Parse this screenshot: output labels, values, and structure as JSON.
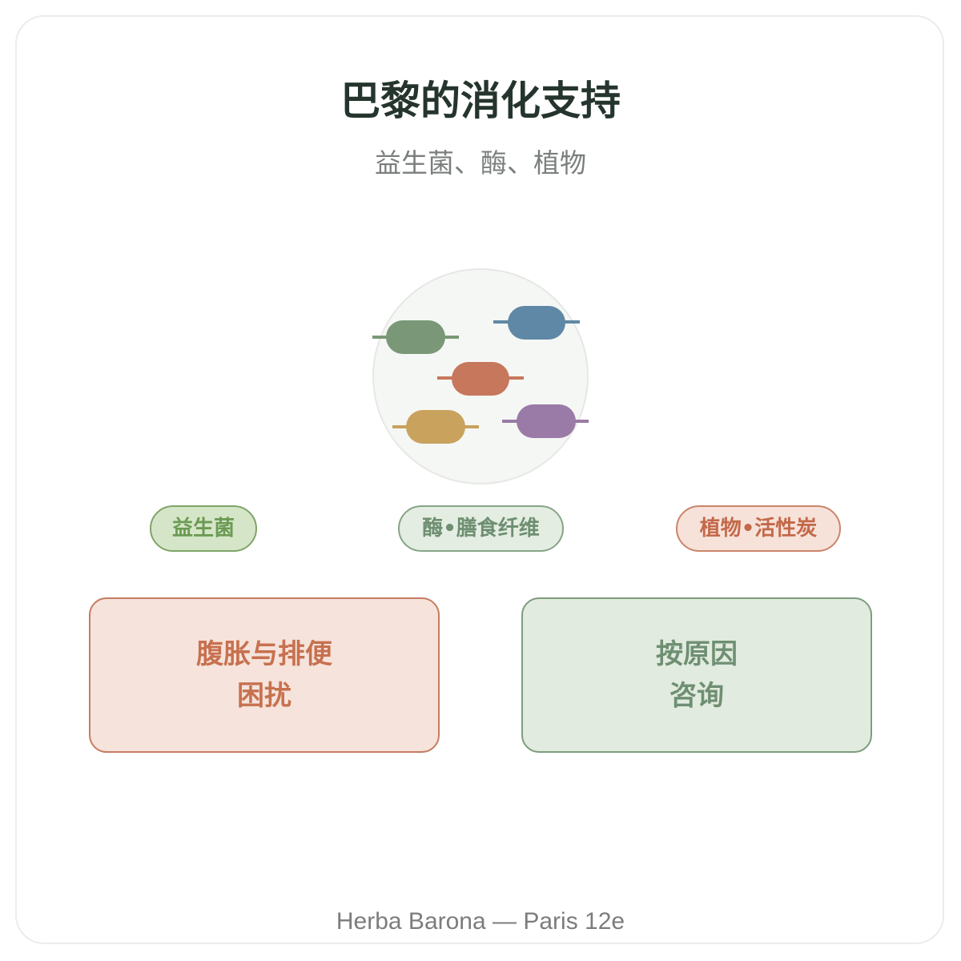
{
  "header": {
    "title": "巴黎的消化支持",
    "subtitle": "益生菌、酶、植物"
  },
  "colors": {
    "capsule_green": "#7a9878",
    "capsule_blue": "#5f88a6",
    "capsule_red": "#c7775c",
    "capsule_yellow": "#c9a25d",
    "capsule_purple": "#9a7aa6",
    "plate": "#f5f7f4"
  },
  "illustration": {
    "capsules": [
      {
        "name": "capsule-green",
        "color": "#7a9878"
      },
      {
        "name": "capsule-blue",
        "color": "#5f88a6"
      },
      {
        "name": "capsule-red",
        "color": "#c7775c"
      },
      {
        "name": "capsule-yellow",
        "color": "#c9a25d"
      },
      {
        "name": "capsule-purple",
        "color": "#9a7aa6"
      }
    ]
  },
  "categories": {
    "probiotics": "益生菌",
    "enzymes_fiber": "酶•膳食纤维",
    "plants_charcoal": "植物•活性炭"
  },
  "boxes": {
    "left": {
      "line1": "腹胀与排便",
      "line2": "困扰"
    },
    "right": {
      "line1": "按原因",
      "line2": "咨询"
    }
  },
  "footer": {
    "text": "Herba Barona — Paris 12e"
  }
}
